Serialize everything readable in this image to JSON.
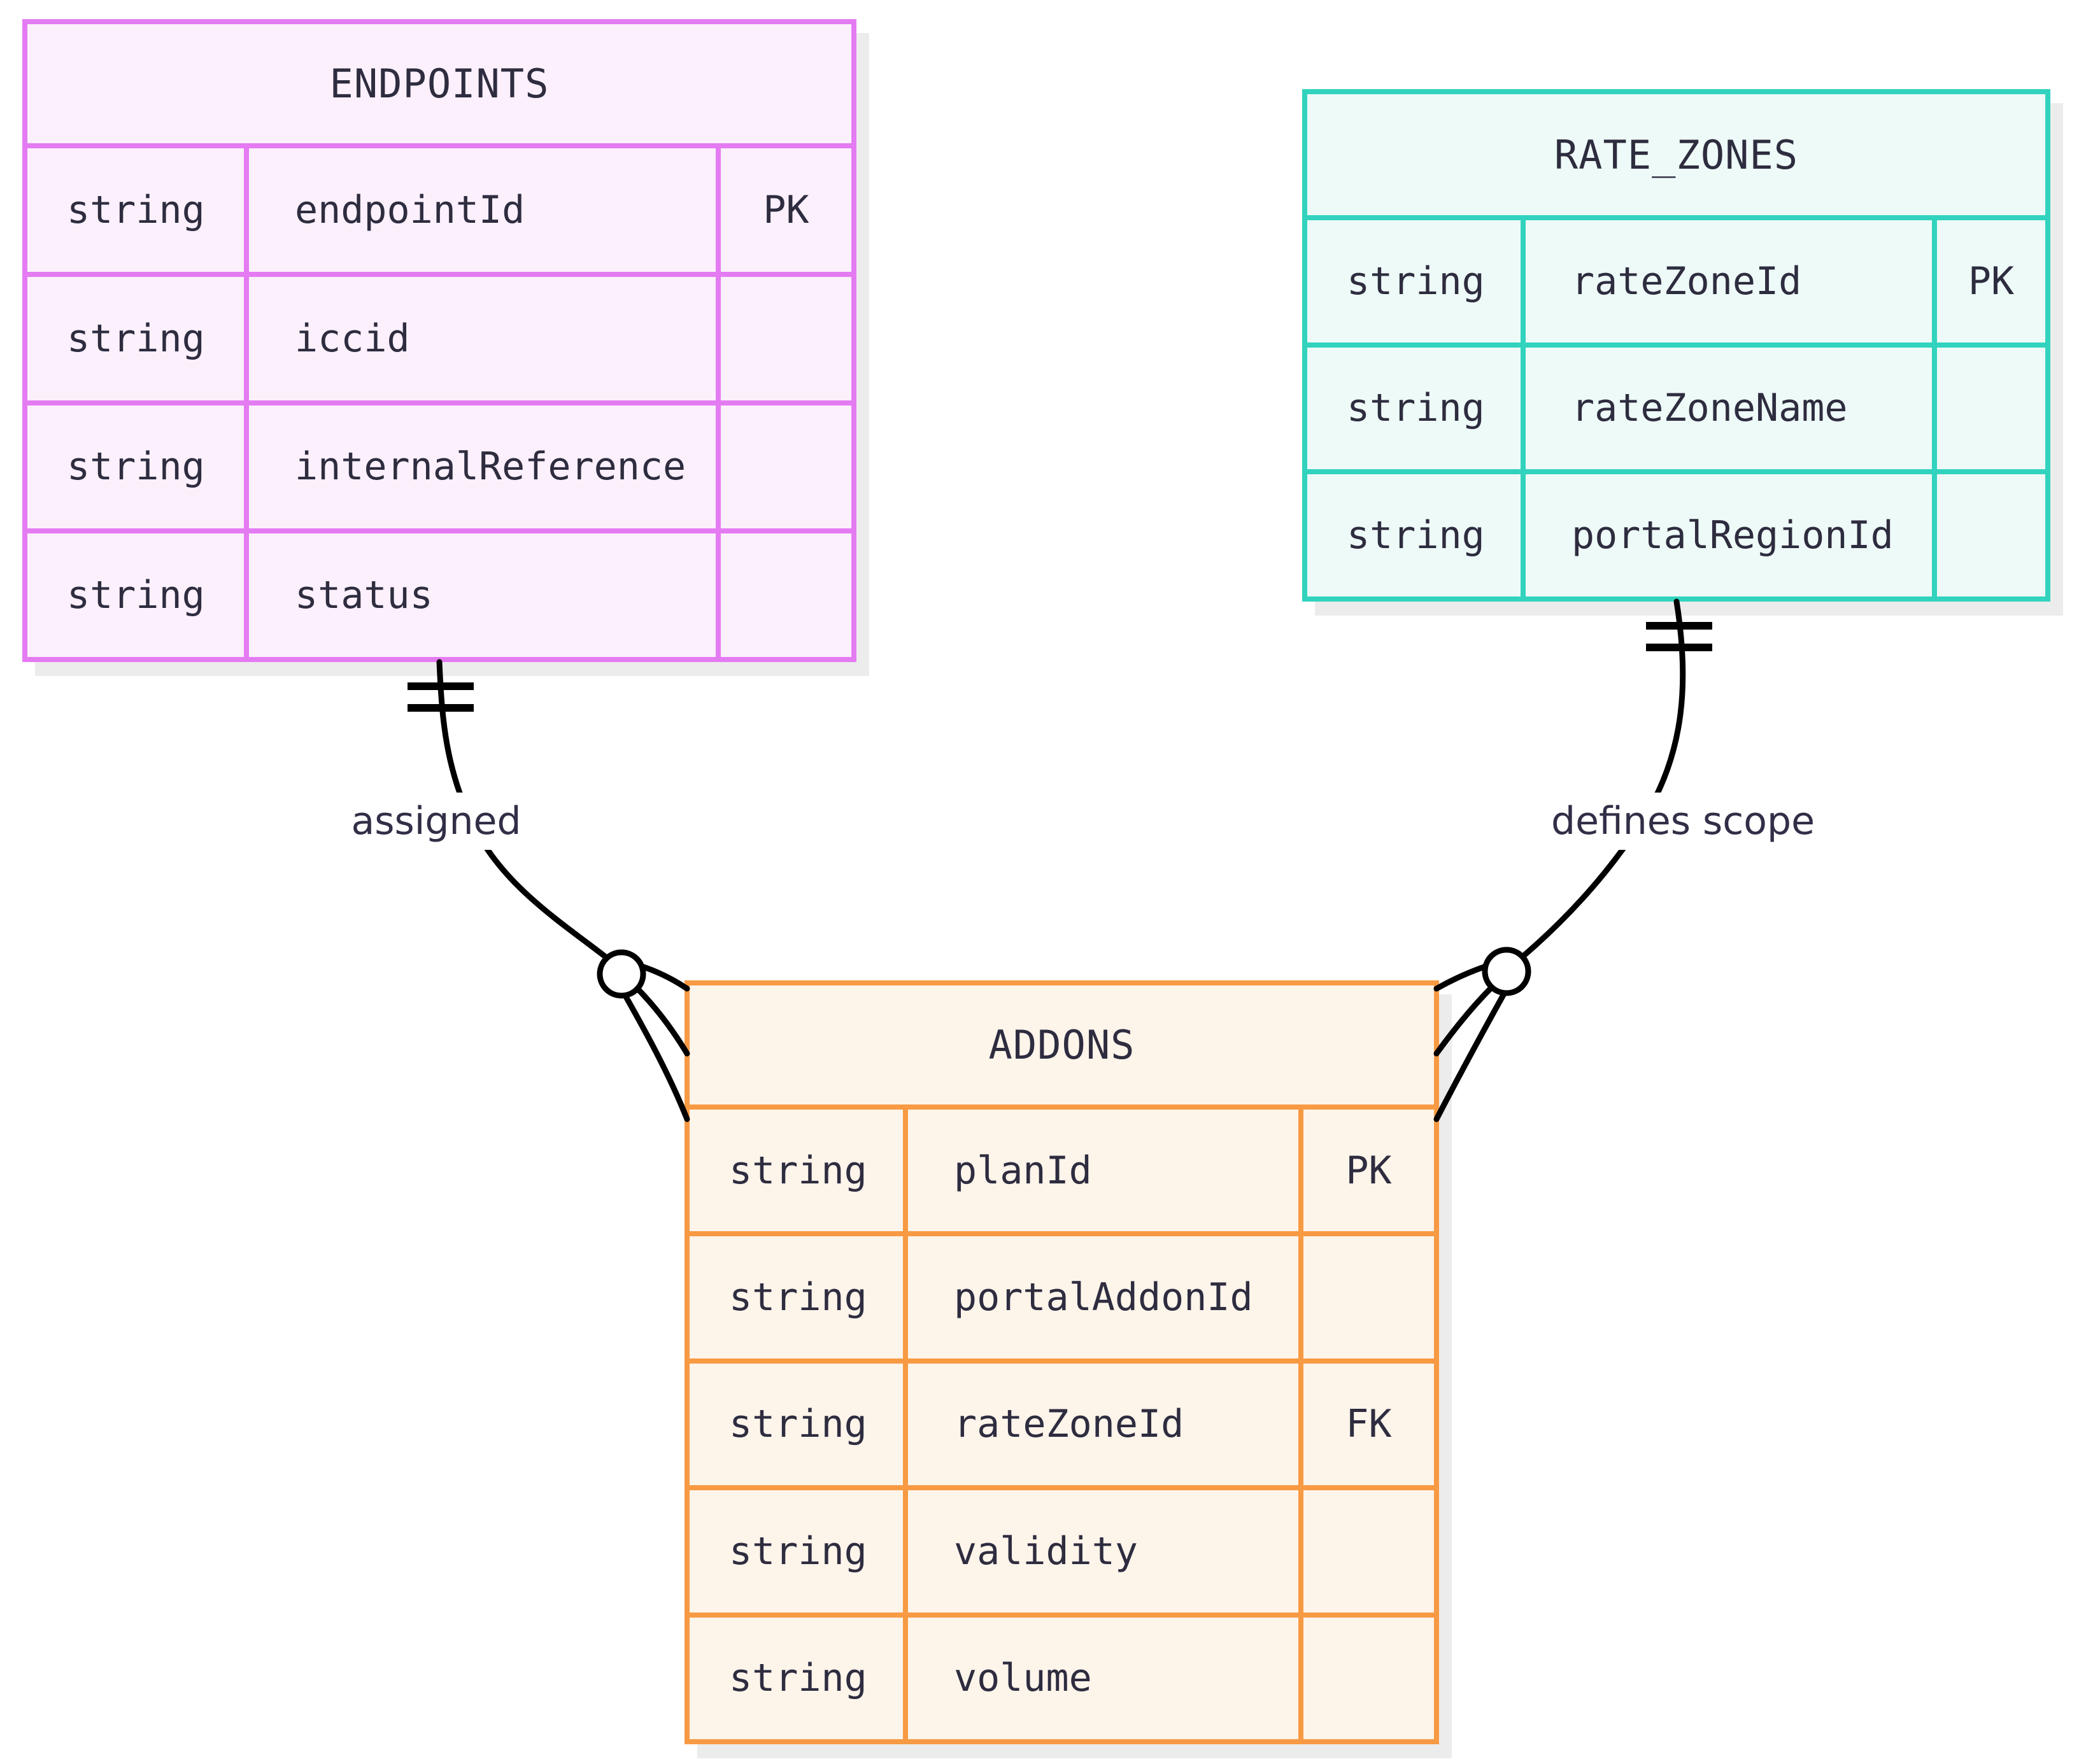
{
  "diagram": {
    "type": "entity-relationship",
    "background_color": "#ffffff",
    "line_color": "#000000",
    "text_color": "#2e2c3f",
    "entities": [
      {
        "name": "ENDPOINTS",
        "accent_color": "#e47bf2",
        "fill_color": "#fbf0fc",
        "attributes": [
          {
            "type": "string",
            "name": "endpointId",
            "key": "PK"
          },
          {
            "type": "string",
            "name": "iccid",
            "key": ""
          },
          {
            "type": "string",
            "name": "internalReference",
            "key": ""
          },
          {
            "type": "string",
            "name": "status",
            "key": ""
          }
        ]
      },
      {
        "name": "RATE_ZONES",
        "accent_color": "#31d3be",
        "fill_color": "#edfaf7",
        "attributes": [
          {
            "type": "string",
            "name": "rateZoneId",
            "key": "PK"
          },
          {
            "type": "string",
            "name": "rateZoneName",
            "key": ""
          },
          {
            "type": "string",
            "name": "portalRegionId",
            "key": ""
          }
        ]
      },
      {
        "name": "ADDONS",
        "accent_color": "#f79a43",
        "fill_color": "#fdf4ea",
        "attributes": [
          {
            "type": "string",
            "name": "planId",
            "key": "PK"
          },
          {
            "type": "string",
            "name": "portalAddonId",
            "key": ""
          },
          {
            "type": "string",
            "name": "rateZoneId",
            "key": "FK"
          },
          {
            "type": "string",
            "name": "validity",
            "key": ""
          },
          {
            "type": "string",
            "name": "volume",
            "key": ""
          }
        ]
      }
    ],
    "relationships": [
      {
        "from": "ENDPOINTS",
        "to": "ADDONS",
        "label": "assigned",
        "from_cardinality": "exactly-one",
        "to_cardinality": "zero-or-many"
      },
      {
        "from": "RATE_ZONES",
        "to": "ADDONS",
        "label": "defines scope",
        "from_cardinality": "exactly-one",
        "to_cardinality": "zero-or-many"
      }
    ]
  }
}
